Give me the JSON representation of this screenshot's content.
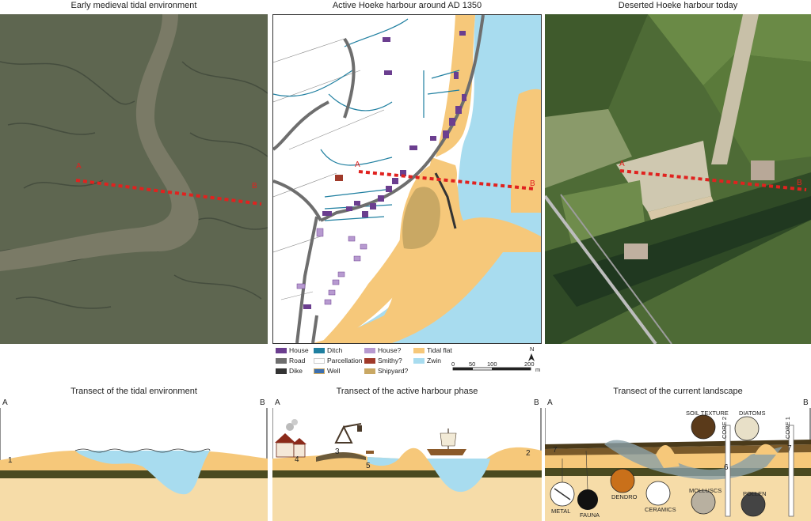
{
  "titles": {
    "tidal": "Early medieval tidal environment",
    "harbour": "Active Hoeke harbour around AD 1350",
    "today": "Deserted Hoeke harbour today",
    "transect_tidal": "Transect of the tidal environment",
    "transect_harbour": "Transect of the active harbour phase",
    "transect_current": "Transect of the current landscape"
  },
  "endpoints": {
    "a": "A",
    "b": "B"
  },
  "legend": [
    {
      "label": "House",
      "color": "#6b3e8f"
    },
    {
      "label": "Road",
      "color": "#6e6e6e"
    },
    {
      "label": "Dike",
      "color": "#333333"
    },
    {
      "label": "Ditch",
      "color": "#1f7fa0"
    },
    {
      "label": "Parcellation",
      "color": "#ffffff"
    },
    {
      "label": "Well",
      "color": "#3b6fb0"
    },
    {
      "label": "House?",
      "color": "#b79ad0"
    },
    {
      "label": "Smithy?",
      "color": "#a03a2a"
    },
    {
      "label": "Shipyard?",
      "color": "#c9a864"
    },
    {
      "label": "Tidal flat",
      "color": "#f6c87a"
    },
    {
      "label": "Zwin",
      "color": "#a8dcef"
    }
  ],
  "scalebar": {
    "ticks": [
      "0",
      "50",
      "100",
      "200"
    ],
    "unit": "m",
    "north": "N"
  },
  "markers": {
    "tidal": [
      "1"
    ],
    "harbour": [
      "4",
      "3",
      "5",
      "2"
    ],
    "current": [
      "7",
      "6",
      "7"
    ]
  },
  "cores": [
    "CORE 2",
    "CORE 1"
  ],
  "samples": [
    "SOIL TEXTURE",
    "DIATOMS",
    "METAL",
    "FAUNA",
    "DENDRO",
    "CERAMICS",
    "MOLLUSCS",
    "POLLEN"
  ]
}
